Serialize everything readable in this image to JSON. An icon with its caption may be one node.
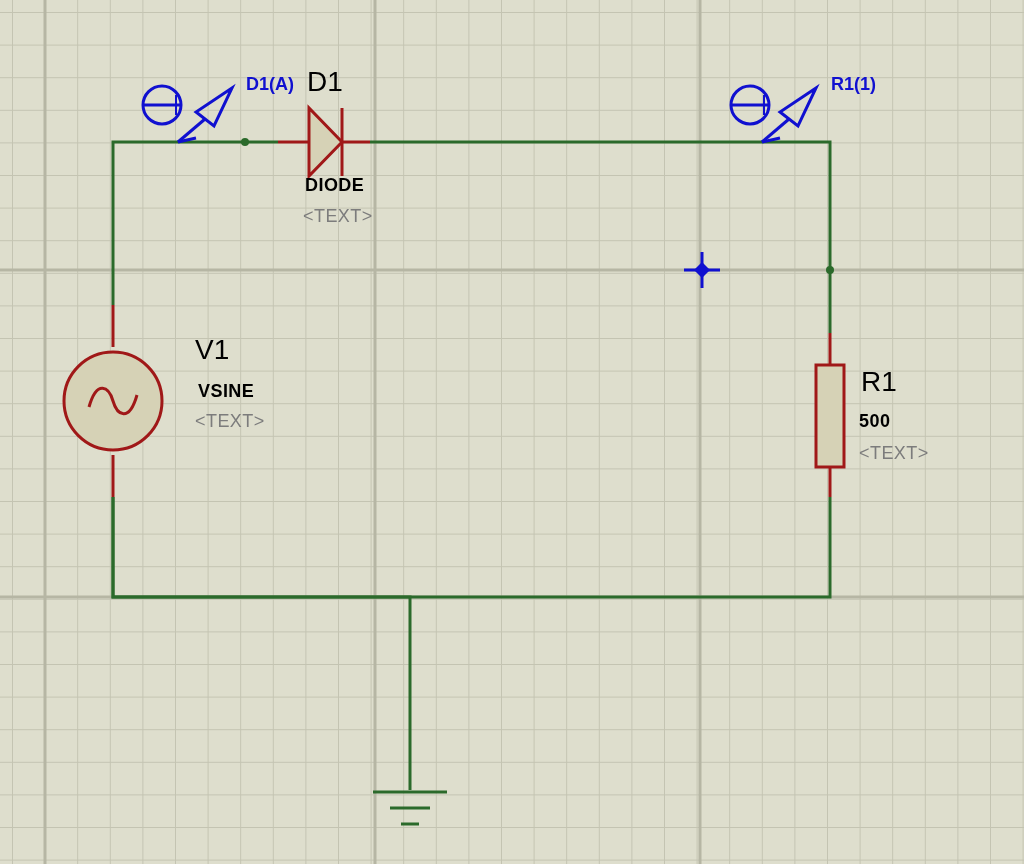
{
  "diagram": {
    "nodes": [
      {
        "text": [],
        "shape": "circle",
        "beside": [
          "V1",
          "VSINE",
          "<TEXT>"
        ]
      },
      {
        "text": [],
        "shape": "diode",
        "beside": [
          "D1",
          "DIODE",
          "<TEXT>"
        ]
      },
      {
        "text": [],
        "shape": "box",
        "beside": [
          "R1",
          "500",
          "<TEXT>"
        ]
      },
      {
        "text": [],
        "shape": "ground"
      },
      {
        "text": [],
        "shape": "probe",
        "beside": [
          "D1(A)"
        ]
      },
      {
        "text": [],
        "shape": "probe",
        "beside": [
          "R1(1)"
        ]
      }
    ],
    "edges": [
      {
        "from": 0,
        "to": 1,
        "arrow": "none"
      },
      {
        "from": 1,
        "to": 2,
        "arrow": "none"
      },
      {
        "from": 2,
        "to": 0,
        "arrow": "none"
      },
      {
        "from": 3,
        "to": 0,
        "arrow": "none"
      }
    ]
  }
}
